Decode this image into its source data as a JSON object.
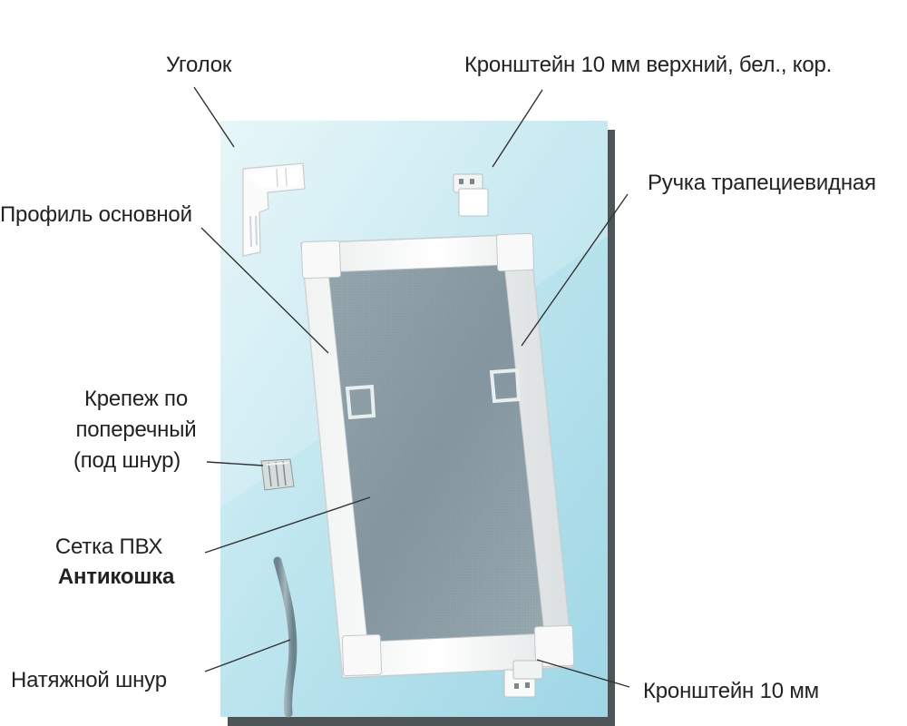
{
  "labels": {
    "corner": "Уголок",
    "bracket_top": "Кронштейн 10 мм верхний, бел., кор.",
    "handle": "Ручка трапециевидная",
    "profile": "Профиль основной",
    "fastener_line1": "Крепеж по",
    "fastener_line2": "поперечный",
    "fastener_line3": "(под шнур)",
    "mesh_line1": "Сетка ПВХ",
    "mesh_line2": "Антикошка",
    "cord": "Натяжной шнур",
    "bracket_bottom": "Кронштейн 10 мм"
  },
  "colors": {
    "text": "#222222",
    "leader_line": "#333333",
    "panel_light": "#d9f1f6",
    "panel_mid": "#a9dcea",
    "panel_shadow": "#55595c",
    "frame": "#f7f7f7",
    "mesh": "#8a9ba2",
    "cord": "#7f939c"
  }
}
